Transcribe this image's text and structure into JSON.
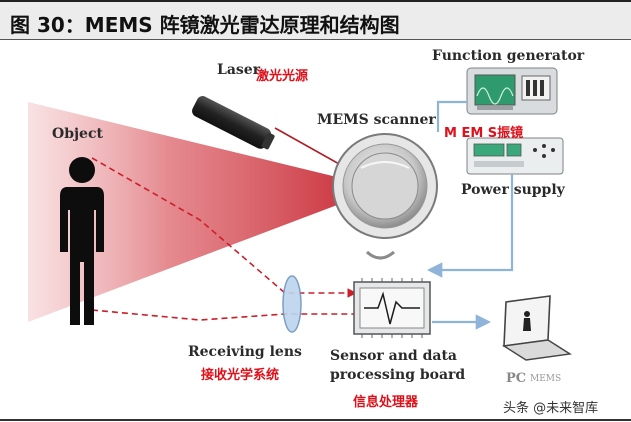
{
  "title": "图 30：MEMS 阵镜激光雷达原理和结构图",
  "labels": {
    "laser": "Laser",
    "laser_cn": "激光光源",
    "function_generator": "Function generator",
    "mems_scanner": "MEMS scanner",
    "mems_cn": "M EM S振镜",
    "power_supply": "Power supply",
    "object": "Object",
    "receiving_lens": "Receiving lens",
    "receiving_cn": "接收光学系统",
    "sensor_line1": "Sensor and data",
    "sensor_line2": "processing board",
    "sensor_cn": "信息处理器",
    "pc": "PC",
    "pc_small": "MEMS"
  },
  "watermark": "头条 @未来智库",
  "colors": {
    "red_label": "#e0101a",
    "beam": "#cc1f2a",
    "connector": "#8fb3d9",
    "device_green": "#2e9a6e"
  }
}
